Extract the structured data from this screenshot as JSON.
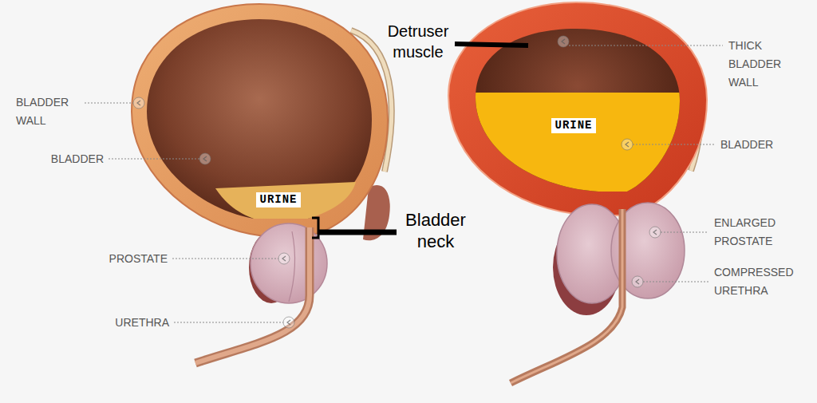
{
  "diagram": {
    "labels": [
      "Detruser muscle",
      "THICK BLADDER WALL",
      "BLADDER WALL",
      "URINE",
      "BLADDER",
      "BLADDER",
      "URINE",
      "Bladder neck",
      "ENLARGED PROSTATE",
      "PROSTATE",
      "COMPRESSED URETHRA",
      "URETHRA"
    ]
  }
}
